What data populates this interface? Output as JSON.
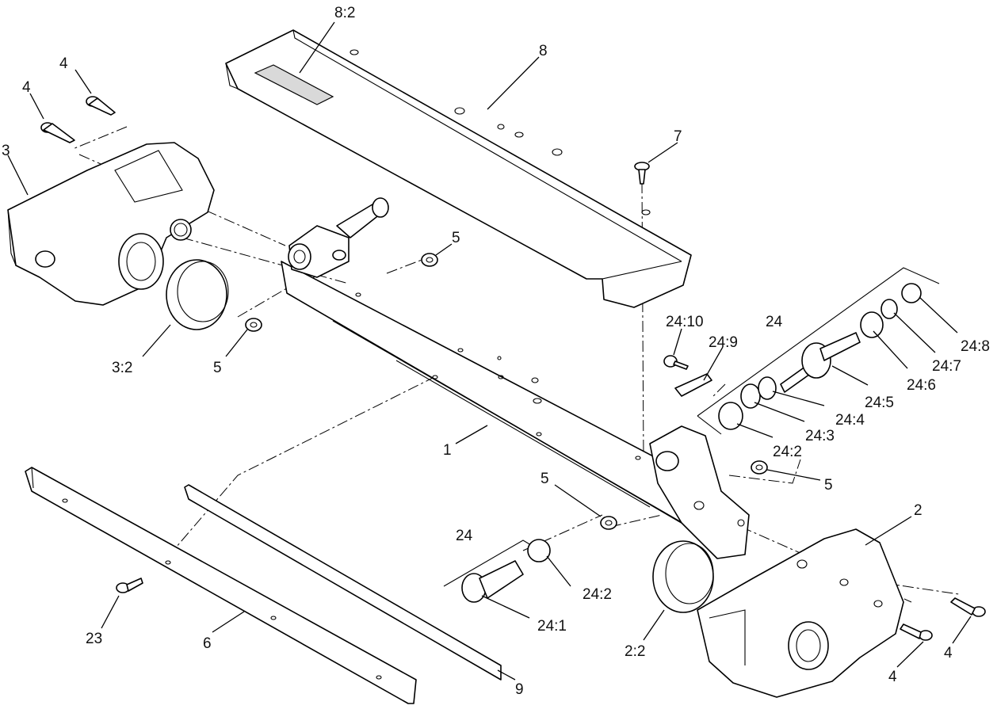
{
  "diagram": {
    "callouts": [
      {
        "id": "c-8-2",
        "text": "8:2"
      },
      {
        "id": "c-8",
        "text": "8"
      },
      {
        "id": "c-4-a",
        "text": "4"
      },
      {
        "id": "c-4-b",
        "text": "4"
      },
      {
        "id": "c-3",
        "text": "3"
      },
      {
        "id": "c-7",
        "text": "7"
      },
      {
        "id": "c-5-a",
        "text": "5"
      },
      {
        "id": "c-5-b",
        "text": "5"
      },
      {
        "id": "c-3-2",
        "text": "3:2"
      },
      {
        "id": "c-24-10",
        "text": "24:10"
      },
      {
        "id": "c-24-9",
        "text": "24:9"
      },
      {
        "id": "c-24-a",
        "text": "24"
      },
      {
        "id": "c-24-8",
        "text": "24:8"
      },
      {
        "id": "c-24-7",
        "text": "24:7"
      },
      {
        "id": "c-24-6",
        "text": "24:6"
      },
      {
        "id": "c-24-5",
        "text": "24:5"
      },
      {
        "id": "c-24-4",
        "text": "24:4"
      },
      {
        "id": "c-24-3",
        "text": "24:3"
      },
      {
        "id": "c-24-2-a",
        "text": "24:2"
      },
      {
        "id": "c-1",
        "text": "1"
      },
      {
        "id": "c-5-c",
        "text": "5"
      },
      {
        "id": "c-5-d",
        "text": "5"
      },
      {
        "id": "c-24-b",
        "text": "24"
      },
      {
        "id": "c-24-2-b",
        "text": "24:2"
      },
      {
        "id": "c-24-1",
        "text": "24:1"
      },
      {
        "id": "c-2",
        "text": "2"
      },
      {
        "id": "c-2-2",
        "text": "2:2"
      },
      {
        "id": "c-23",
        "text": "23"
      },
      {
        "id": "c-6",
        "text": "6"
      },
      {
        "id": "c-9",
        "text": "9"
      },
      {
        "id": "c-4-c",
        "text": "4"
      },
      {
        "id": "c-4-d",
        "text": "4"
      }
    ]
  }
}
